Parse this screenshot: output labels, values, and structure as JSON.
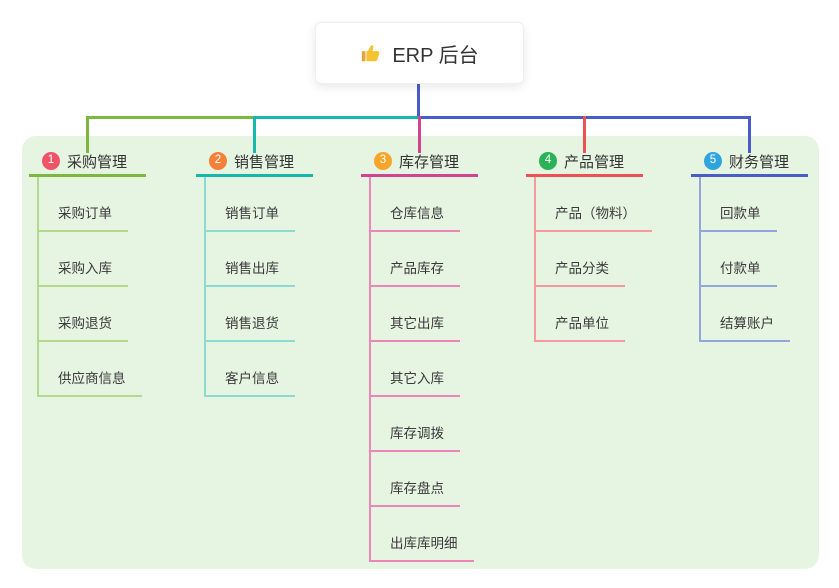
{
  "root": {
    "title": "ERP 后台",
    "icon": "thumbs-up-icon",
    "icon_color": "#f5c331",
    "icon_cuff_color": "#e8a33d",
    "connector_color": "#4a5cc5"
  },
  "panel": {
    "background": "#e6f4e2"
  },
  "branches": [
    {
      "num": "1",
      "label": "采购管理",
      "badge_color": "#ee5468",
      "line_color": "#7eb73f",
      "child_line_color": "#b4d98c",
      "children": [
        "采购订单",
        "采购入库",
        "采购退货",
        "供应商信息"
      ]
    },
    {
      "num": "2",
      "label": "销售管理",
      "badge_color": "#f48137",
      "line_color": "#15b8aa",
      "child_line_color": "#8ddad0",
      "children": [
        "销售订单",
        "销售出库",
        "销售退货",
        "客户信息"
      ]
    },
    {
      "num": "3",
      "label": "库存管理",
      "badge_color": "#f7a42b",
      "line_color": "#d2448f",
      "child_line_color": "#ec86b9",
      "children": [
        "仓库信息",
        "产品库存",
        "其它出库",
        "其它入库",
        "库存调拨",
        "库存盘点",
        "出库库明细"
      ]
    },
    {
      "num": "4",
      "label": "产品管理",
      "badge_color": "#2bb157",
      "line_color": "#ef5058",
      "child_line_color": "#f79aa0",
      "children": [
        "产品（物料）",
        "产品分类",
        "产品单位"
      ]
    },
    {
      "num": "5",
      "label": "财务管理",
      "badge_color": "#30a5dd",
      "line_color": "#4a5cc5",
      "child_line_color": "#92a6dc",
      "children": [
        "回款单",
        "付款单",
        "结算账户"
      ]
    }
  ]
}
